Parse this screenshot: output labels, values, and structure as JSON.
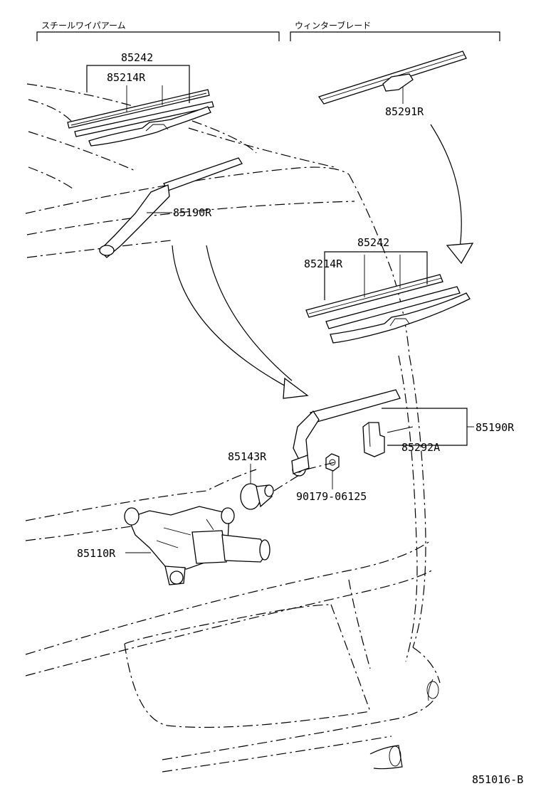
{
  "headers": {
    "steel_arm": "スチールワイパアーム",
    "winter_blade": "ウィンターブレード"
  },
  "labels": {
    "p85242_top": "85242",
    "p85214R_top": "85214R",
    "p85291R": "85291R",
    "p85190R_top": "85190R",
    "p85242_mid": "85242",
    "p85214R_mid": "85214R",
    "p85143R": "85143R",
    "p85190R_right": "85190R",
    "p85292A": "85292A",
    "p90179": "90179-06125",
    "p85110R": "85110R"
  },
  "figure_id": "851016-B"
}
